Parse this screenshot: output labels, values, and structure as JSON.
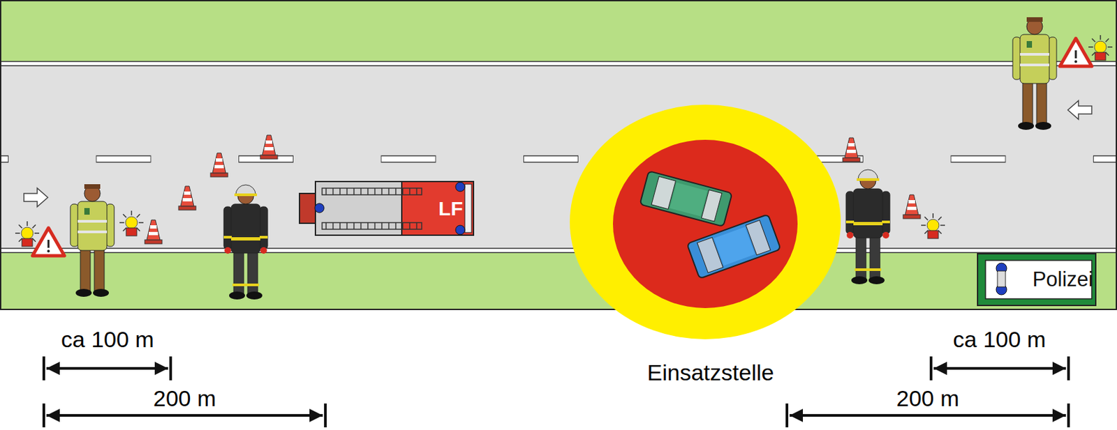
{
  "diagram": {
    "nodes": [
      {
        "text": [
          "LF"
        ]
      },
      {
        "text": [
          "Polizei"
        ]
      }
    ],
    "labels": [
      "ca 100 m",
      "200 m",
      "Einsatzstelle",
      "ca 100 m",
      "200 m"
    ]
  }
}
